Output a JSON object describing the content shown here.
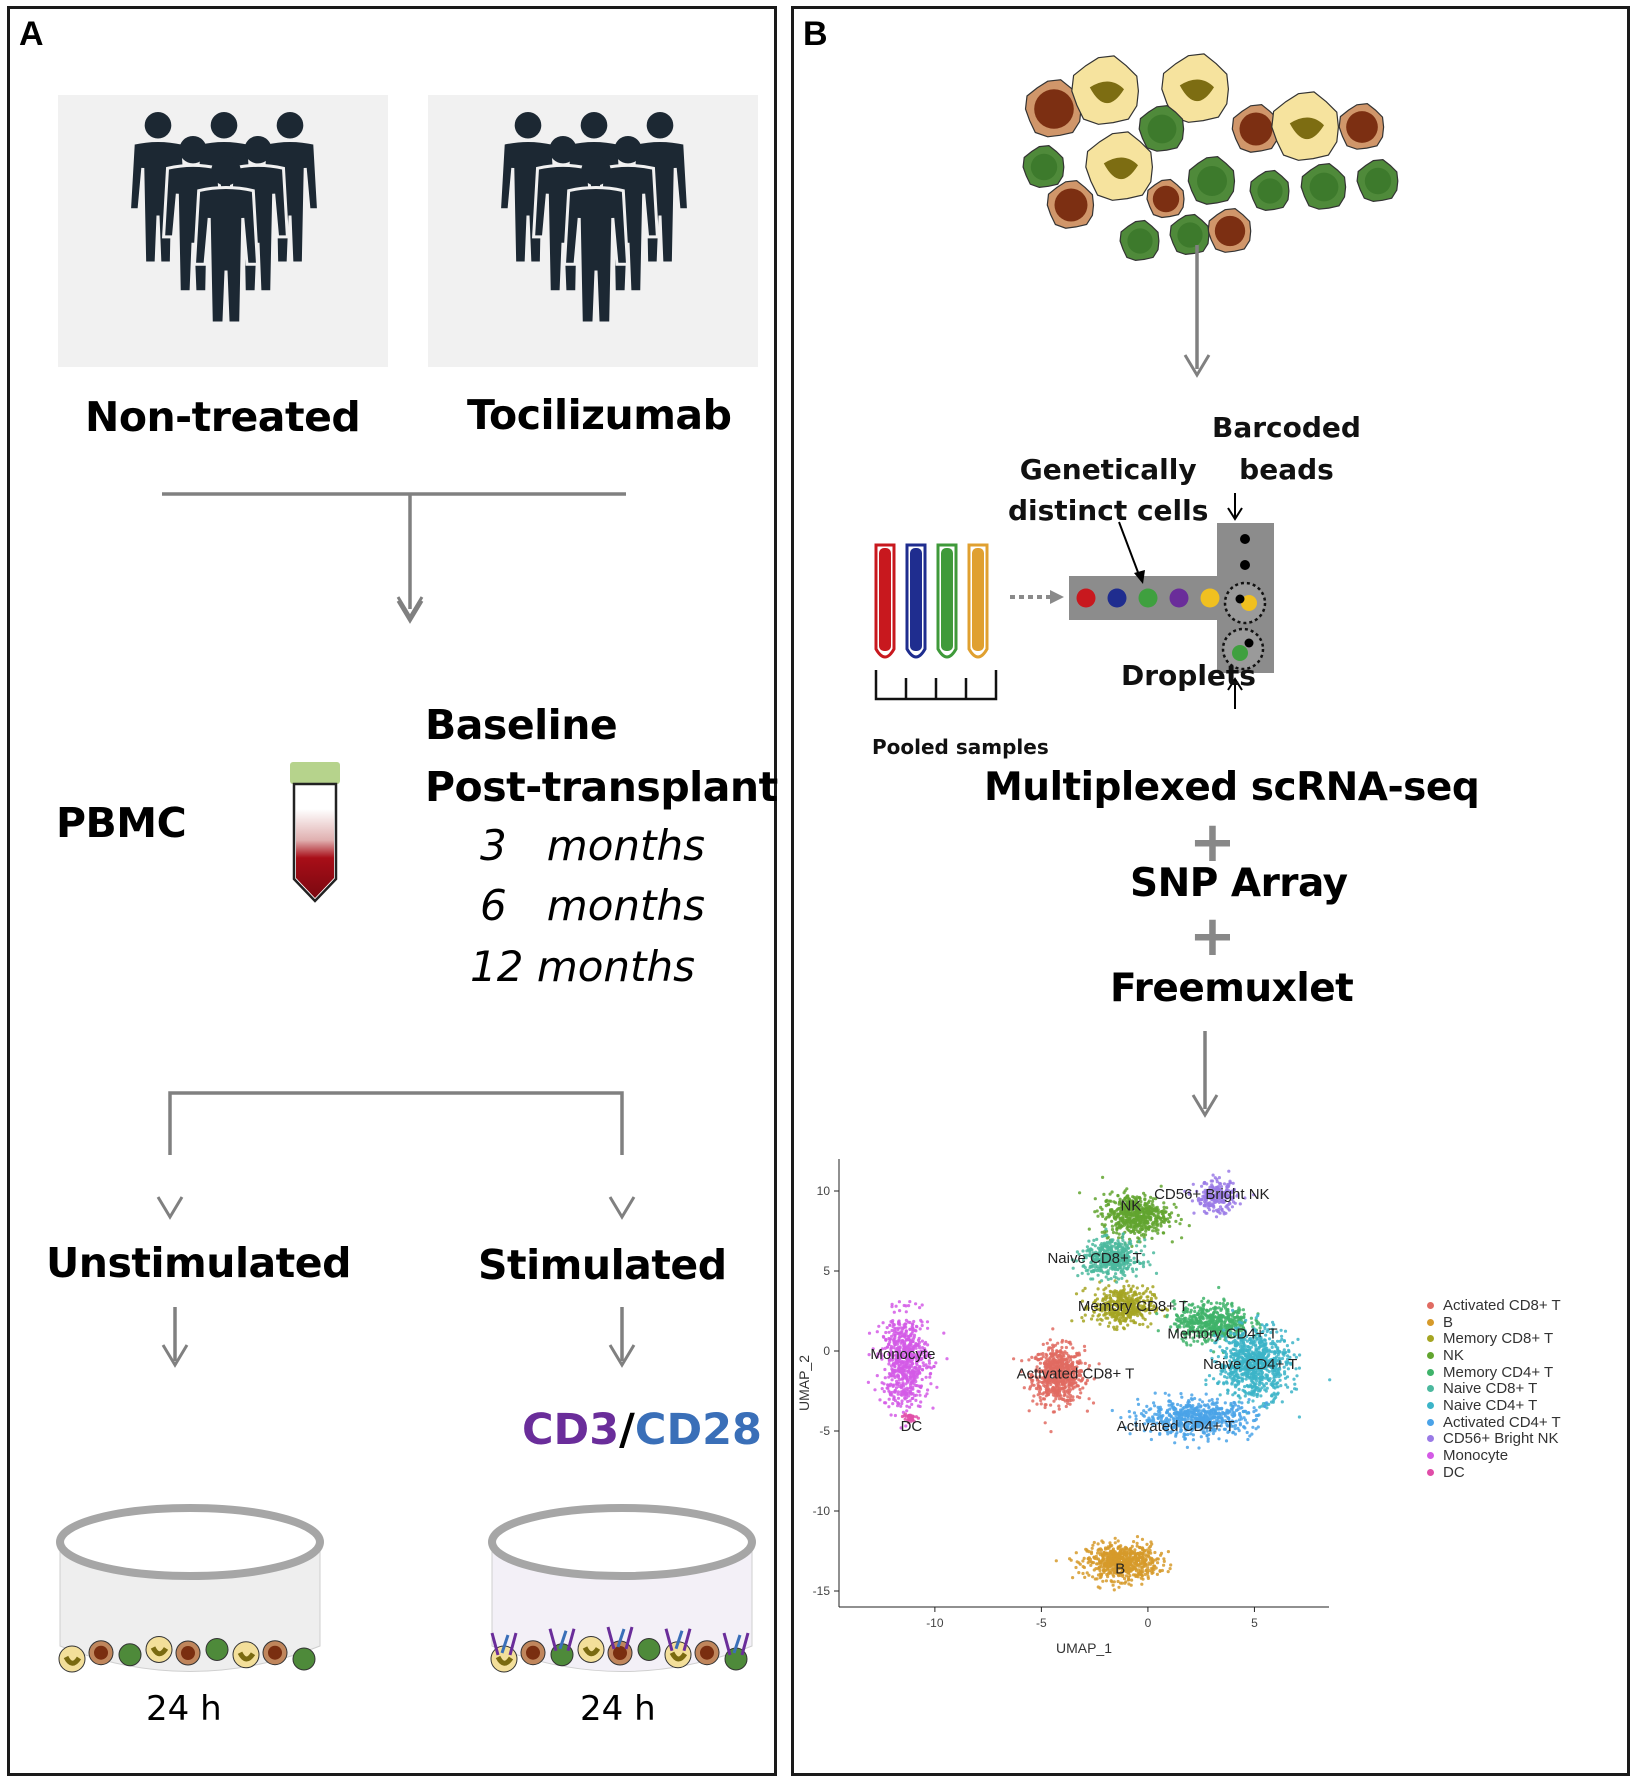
{
  "panel_a": {
    "letter": "A",
    "groups": [
      {
        "label": "Non-treated"
      },
      {
        "label": "Tocilizumab"
      }
    ],
    "sample": {
      "label": "PBMC",
      "timepoints": {
        "baseline": "Baseline",
        "post": "Post-transplant",
        "m3_num": "3",
        "m6_num": "6",
        "m12_num": "12",
        "months": "months"
      }
    },
    "conditions": [
      {
        "label": "Unstimulated",
        "time": "24 h"
      },
      {
        "label": "Stimulated",
        "time": "24 h"
      }
    ],
    "stim": {
      "cd3": "CD3",
      "slash": "/",
      "cd28": "CD28",
      "cd3_color": "#6a2d9a",
      "cd28_color": "#3a6fb8"
    }
  },
  "panel_b": {
    "letter": "B",
    "labels": {
      "distinct": "Genetically\ndistinct cells",
      "beads": "Barcoded\nbeads",
      "droplets": "Droplets",
      "pooled": "Pooled samples"
    },
    "methods": {
      "scrna": "Multiplexed scRNA-seq",
      "snp": "SNP Array",
      "freemuxlet": "Freemuxlet",
      "plus": "+"
    },
    "tube_colors": [
      "#c8181e",
      "#1f2d8f",
      "#3f9a3a",
      "#e0a030"
    ],
    "droplet_colors": [
      "#c8181e",
      "#1f2d8f",
      "#3fa03f",
      "#6a2d9a",
      "#f0c020"
    ]
  },
  "chart_data": {
    "type": "scatter",
    "xlabel": "UMAP_1",
    "ylabel": "UMAP_2",
    "xlim": [
      -14.5,
      8.5
    ],
    "ylim": [
      -16,
      12
    ],
    "xticks": [
      -10,
      -5,
      0,
      5
    ],
    "yticks": [
      10,
      5,
      0,
      -5,
      -10,
      -15
    ],
    "grid": false,
    "legend_position": "right",
    "series": [
      {
        "name": "Activated CD8+ T",
        "color": "#e06b62",
        "center": [
          -4.2,
          -1.5
        ],
        "spread": [
          1.1,
          1.6
        ],
        "n": 650
      },
      {
        "name": "B",
        "color": "#d69a2a",
        "center": [
          -1.2,
          -13.2
        ],
        "spread": [
          1.5,
          1.0
        ],
        "n": 650
      },
      {
        "name": "Memory CD8+ T",
        "color": "#a5a522",
        "center": [
          -1.2,
          2.8
        ],
        "spread": [
          1.3,
          1.1
        ],
        "n": 420
      },
      {
        "name": "NK",
        "color": "#62a52f",
        "center": [
          -0.6,
          8.5
        ],
        "spread": [
          1.4,
          1.2
        ],
        "n": 550
      },
      {
        "name": "Memory CD4+ T",
        "color": "#3fb36a",
        "center": [
          3.0,
          1.8
        ],
        "spread": [
          1.6,
          1.1
        ],
        "n": 500
      },
      {
        "name": "Naive CD8+ T",
        "color": "#4bb89e",
        "center": [
          -1.7,
          5.8
        ],
        "spread": [
          1.2,
          1.0
        ],
        "n": 450
      },
      {
        "name": "Naive CD4+ T",
        "color": "#3cb4c8",
        "center": [
          5.0,
          -0.8
        ],
        "spread": [
          1.5,
          2.0
        ],
        "n": 800
      },
      {
        "name": "Activated CD4+ T",
        "color": "#4aa3e8",
        "center": [
          2.3,
          -4.2
        ],
        "spread": [
          2.4,
          1.0
        ],
        "n": 600
      },
      {
        "name": "CD56+ Bright NK",
        "color": "#9a7ae6",
        "center": [
          3.2,
          9.6
        ],
        "spread": [
          0.9,
          0.9
        ],
        "n": 220
      },
      {
        "name": "Monocyte",
        "color": "#d45ae6",
        "center": [
          -11.4,
          -0.6
        ],
        "spread": [
          1.0,
          2.6
        ],
        "n": 650
      },
      {
        "name": "DC",
        "color": "#e04da8",
        "center": [
          -11.2,
          -4.2
        ],
        "spread": [
          0.3,
          0.3
        ],
        "n": 30
      }
    ],
    "annotations": [
      {
        "text": "NK",
        "x": -0.8,
        "y": 9.1
      },
      {
        "text": "CD56+ Bright NK",
        "x": 3.0,
        "y": 9.8
      },
      {
        "text": "Naive CD8+ T",
        "x": -2.5,
        "y": 5.8
      },
      {
        "text": "Memory CD8+ T",
        "x": -0.7,
        "y": 2.8
      },
      {
        "text": "Memory CD4+ T",
        "x": 3.5,
        "y": 1.1
      },
      {
        "text": "Activated CD8+ T",
        "x": -3.4,
        "y": -1.4
      },
      {
        "text": "Naive CD4+ T",
        "x": 4.8,
        "y": -0.8
      },
      {
        "text": "Activated CD4+ T",
        "x": 1.3,
        "y": -4.7
      },
      {
        "text": "Monocyte",
        "x": -11.5,
        "y": -0.2
      },
      {
        "text": "DC",
        "x": -11.1,
        "y": -4.7
      },
      {
        "text": "B",
        "x": -1.3,
        "y": -13.6
      }
    ]
  }
}
